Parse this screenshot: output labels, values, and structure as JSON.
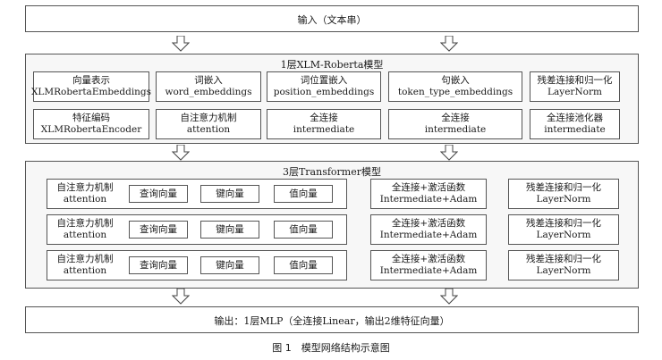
{
  "input_bar": {
    "text": "输入（文本串）"
  },
  "xlm_section": {
    "title": "1层XLM-Roberta模型",
    "row1": [
      {
        "l1": "向量表示",
        "l2": "XLMRobertaEmbeddings"
      },
      {
        "l1": "词嵌入",
        "l2": "word_embeddings"
      },
      {
        "l1": "词位置嵌入",
        "l2": "position_embeddings"
      },
      {
        "l1": "句嵌入",
        "l2": "token_type_embeddings"
      },
      {
        "l1": "残差连接和归一化",
        "l2": "LayerNorm"
      }
    ],
    "row2": [
      {
        "l1": "特征编码",
        "l2": "XLMRobertaEncoder"
      },
      {
        "l1": "自注意力机制",
        "l2": "attention"
      },
      {
        "l1": "全连接",
        "l2": "intermediate"
      },
      {
        "l1": "全连接",
        "l2": "intermediate"
      },
      {
        "l1": "全连接池化器",
        "l2": "intermediate"
      }
    ]
  },
  "transformer_section": {
    "title": "3层Transformer模型",
    "rows": [
      {
        "label_l1": "自注意力机制",
        "label_l2": "attention",
        "q": "查询向量",
        "k": "键向量",
        "v": "值向量",
        "ff_l1": "全连接+激活函数",
        "ff_l2": "Intermediate+Adam",
        "ln_l1": "残差连接和归一化",
        "ln_l2": "LayerNorm"
      },
      {
        "label_l1": "自注意力机制",
        "label_l2": "attention",
        "q": "查询向量",
        "k": "键向量",
        "v": "值向量",
        "ff_l1": "全连接+激活函数",
        "ff_l2": "Intermediate+Adam",
        "ln_l1": "残差连接和归一化",
        "ln_l2": "LayerNorm"
      },
      {
        "label_l1": "自注意力机制",
        "label_l2": "attention",
        "q": "查询向量",
        "k": "键向量",
        "v": "值向量",
        "ff_l1": "全连接+激活函数",
        "ff_l2": "Intermediate+Adam",
        "ln_l1": "残差连接和归一化",
        "ln_l2": "LayerNorm"
      }
    ]
  },
  "output_bar": {
    "text": "输出：1层MLP（全连接Linear，输出2维特征向量）"
  },
  "caption": "图 1　模型网络结构示意图"
}
